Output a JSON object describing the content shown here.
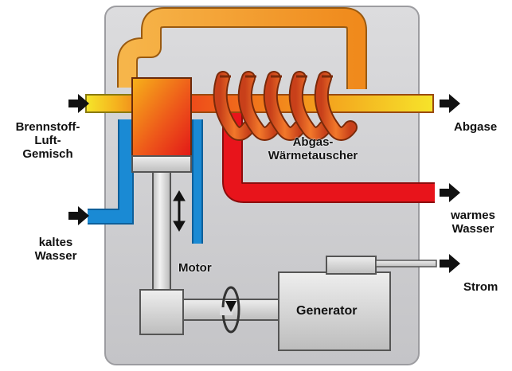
{
  "labels": {
    "fuel_line1": "Brennstoff-",
    "fuel_line2": "Luft-",
    "fuel_line3": "Gemisch",
    "cold_water_line1": "kaltes",
    "cold_water_line2": "Wasser",
    "exhaust": "Abgase",
    "heat_exchanger_line1": "Abgas-",
    "heat_exchanger_line2": "Wärmetauscher",
    "warm_water_line1": "warmes",
    "warm_water_line2": "Wasser",
    "motor": "Motor",
    "generator": "Generator",
    "power": "Strom"
  },
  "colors": {
    "housing": "#cfcfd1",
    "cold_water": "#1a8ad4",
    "hot_water": "#e8141b",
    "fuel_mix": "#f2d21e",
    "exhaust_pipe": "#f08a1c",
    "coil": "#e8621a",
    "metal": "#d6d6d6"
  }
}
